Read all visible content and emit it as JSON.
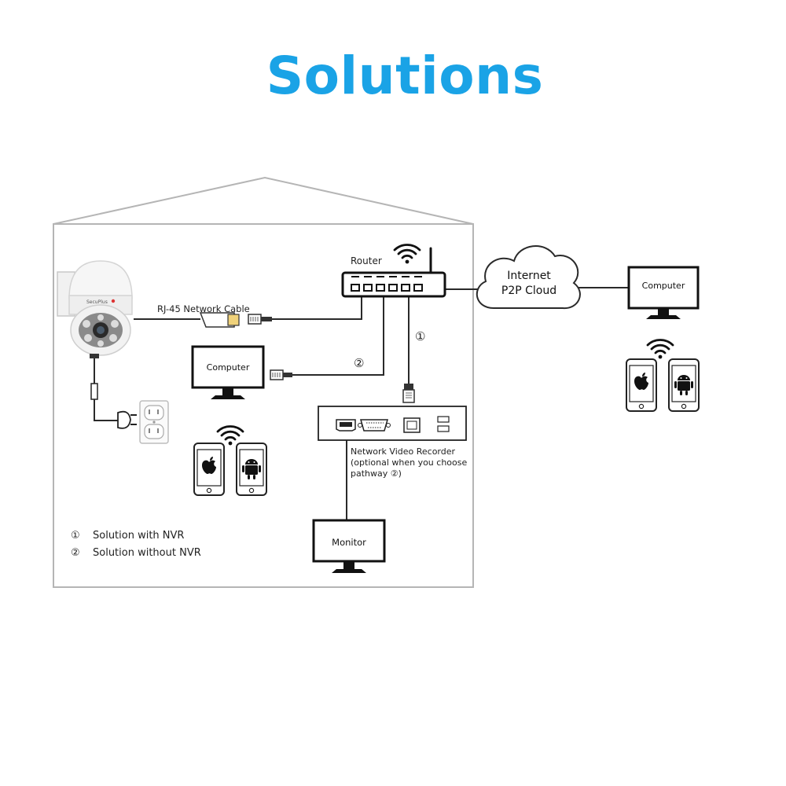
{
  "title": "Solutions",
  "colors": {
    "title": "#1aa3e6",
    "house_outline": "#b5b5b5",
    "line": "#2a2a2a"
  },
  "labels": {
    "router": "Router",
    "cable": "RJ-45 Network Cable",
    "computer_inside": "Computer",
    "computer_outside": "Computer",
    "cloud_line1": "Internet",
    "cloud_line2": "P2P Cloud",
    "nvr_line1": "Network Video Recorder",
    "nvr_line2": "(optional when you choose",
    "nvr_line3": "pathway ②)",
    "monitor": "Monitor",
    "path1_marker": "①",
    "path2_marker": "②",
    "camera_brand": "SecuPlus"
  },
  "legend": [
    {
      "marker": "①",
      "text": "Solution with NVR"
    },
    {
      "marker": "②",
      "text": "Solution without NVR"
    }
  ],
  "icons": [
    "ptz-camera-icon",
    "wall-outlet-icon",
    "power-plug-icon",
    "router-icon",
    "wifi-icon",
    "cloud-icon",
    "computer-monitor-icon",
    "apple-phone-icon",
    "android-phone-icon",
    "nvr-box-icon"
  ]
}
